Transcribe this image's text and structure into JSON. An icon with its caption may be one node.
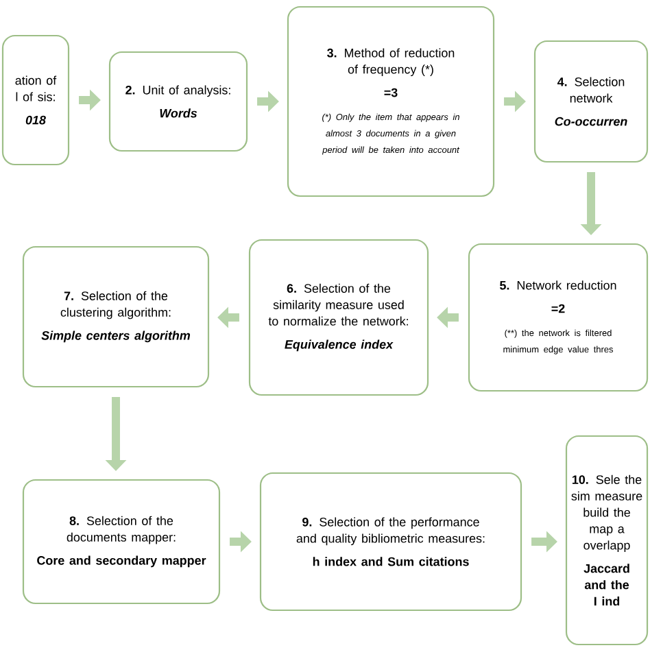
{
  "diagram": {
    "nodes": [
      {
        "text": [
          "ation of l of sis:",
          "018"
        ]
      },
      {
        "text": [
          "**2.** Unit of analysis:",
          "Words"
        ]
      },
      {
        "text": [
          "**3.** Method of reduction of frequency (*)",
          "=3",
          "(*) Only the item that appears in almost 3 documents in a given period will be taken into account"
        ]
      },
      {
        "text": [
          "**4.** Selection network",
          "Co-occurren"
        ]
      },
      {
        "text": [
          "**5.** Network reduction",
          "=2",
          "(**) the network is filtered minimum edge value thres"
        ]
      },
      {
        "text": [
          "**6.** Selection of the similarity measure used to normalize the network:",
          "Equivalence index"
        ]
      },
      {
        "text": [
          "**7.** Selection of the clustering algorithm:",
          "Simple centers algorithm"
        ]
      },
      {
        "text": [
          "**8.** Selection of the documents mapper:",
          "Core and secondary mapper"
        ]
      },
      {
        "text": [
          "**9.** Selection of the performance and quality bibliometric measures:",
          "h index and Sum citations"
        ]
      },
      {
        "text": [
          "**10.** Sele the sim measure build the map a overlapp",
          "Jaccard and the I ind"
        ]
      }
    ],
    "edges": [
      {
        "from": 0,
        "to": 1,
        "arrow": "to"
      },
      {
        "from": 1,
        "to": 2,
        "arrow": "to"
      },
      {
        "from": 2,
        "to": 3,
        "arrow": "to"
      },
      {
        "from": 3,
        "to": 4,
        "arrow": "to"
      },
      {
        "from": 4,
        "to": 5,
        "arrow": "to"
      },
      {
        "from": 5,
        "to": 6,
        "arrow": "to"
      },
      {
        "from": 6,
        "to": 7,
        "arrow": "to"
      },
      {
        "from": 7,
        "to": 8,
        "arrow": "to"
      },
      {
        "from": 8,
        "to": 9,
        "arrow": "to"
      }
    ]
  }
}
